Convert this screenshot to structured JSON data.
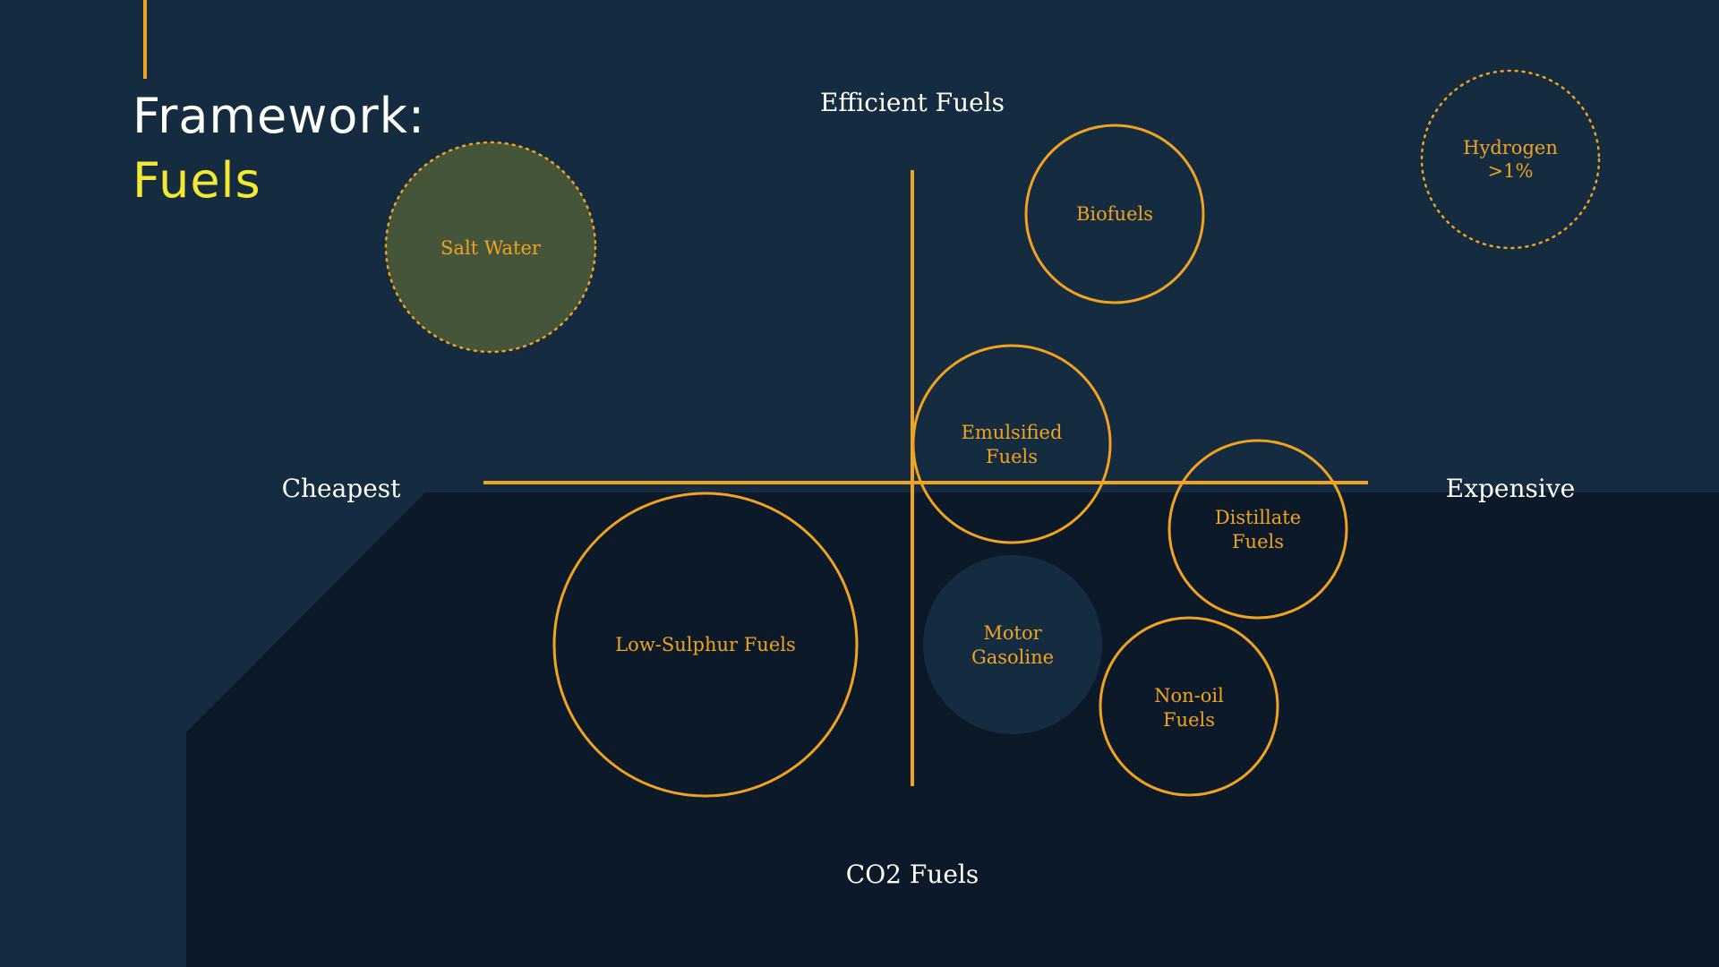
{
  "title": {
    "line1": "Framework:",
    "line2": "Fuels"
  },
  "axes": {
    "top": "Efficient Fuels",
    "bottom": "CO2 Fuels",
    "left": "Cheapest",
    "right": "Expensive"
  },
  "bubbles": {
    "salt_water": {
      "line1": "Salt Water"
    },
    "hydrogen": {
      "line1": "Hydrogen",
      "line2": ">1%"
    },
    "biofuels": {
      "line1": "Biofuels"
    },
    "emulsified": {
      "line1": "Emulsified",
      "line2": "Fuels"
    },
    "distillate": {
      "line1": "Distillate",
      "line2": "Fuels"
    },
    "low_sulphur": {
      "line1": "Low-Sulphur Fuels"
    },
    "motor_gasoline": {
      "line1": "Motor",
      "line2": "Gasoline"
    },
    "non_oil": {
      "line1": "Non-oil",
      "line2": "Fuels"
    }
  },
  "colors": {
    "background_upper": "#142b40",
    "background_lower": "#0c1929",
    "accent_orange": "#f0a323",
    "title_white": "#ffffff",
    "title_yellow": "#f2e932",
    "salt_water_fill": "#45553a",
    "motor_gasoline_fill": "#142b40"
  }
}
